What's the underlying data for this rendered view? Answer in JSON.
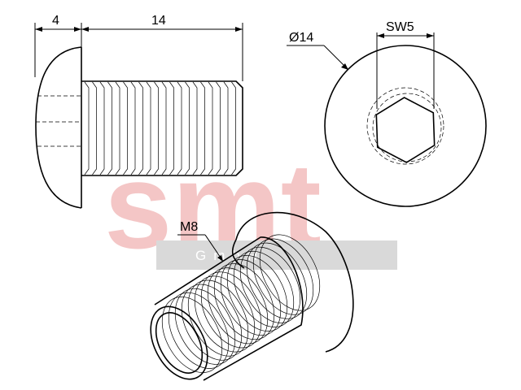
{
  "watermark": {
    "logo_text": "smt",
    "banner_text": "GmbH",
    "logo_color": "#f4c6c6",
    "banner_color": "#d9d9d9"
  },
  "side_view": {
    "dim_head_height": "4",
    "dim_shank_length": "14"
  },
  "top_view": {
    "dim_head_diameter": "Ø14",
    "dim_hex_socket": "SW5"
  },
  "iso_view": {
    "thread_label": "M8"
  },
  "colors": {
    "line": "#000000",
    "background": "#ffffff"
  }
}
